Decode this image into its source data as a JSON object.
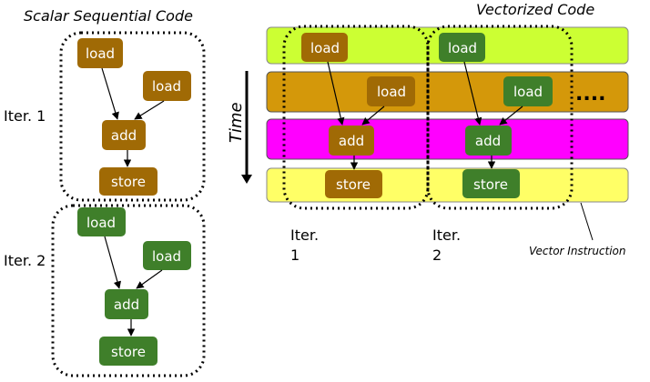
{
  "scalar": {
    "title": "Scalar Sequential Code",
    "iter1_label": "Iter. 1",
    "iter2_label": "Iter. 2"
  },
  "vector": {
    "title": "Vectorized Code",
    "iter1_label": "Iter.",
    "iter1_num": "1",
    "iter2_label": "Iter.",
    "iter2_num": "2",
    "vector_instruction": "Vector Instruction",
    "ellipsis": "....",
    "time_label": "Time"
  },
  "ops": {
    "load": "load",
    "add": "add",
    "store": "store"
  },
  "colors": {
    "iteration1": "#a06a05",
    "iteration2": "#3f7f2a",
    "lane_load": "#ccff33",
    "lane_load2": "#d4980a",
    "lane_add": "#ff00ff",
    "lane_store": "#ffff66"
  }
}
